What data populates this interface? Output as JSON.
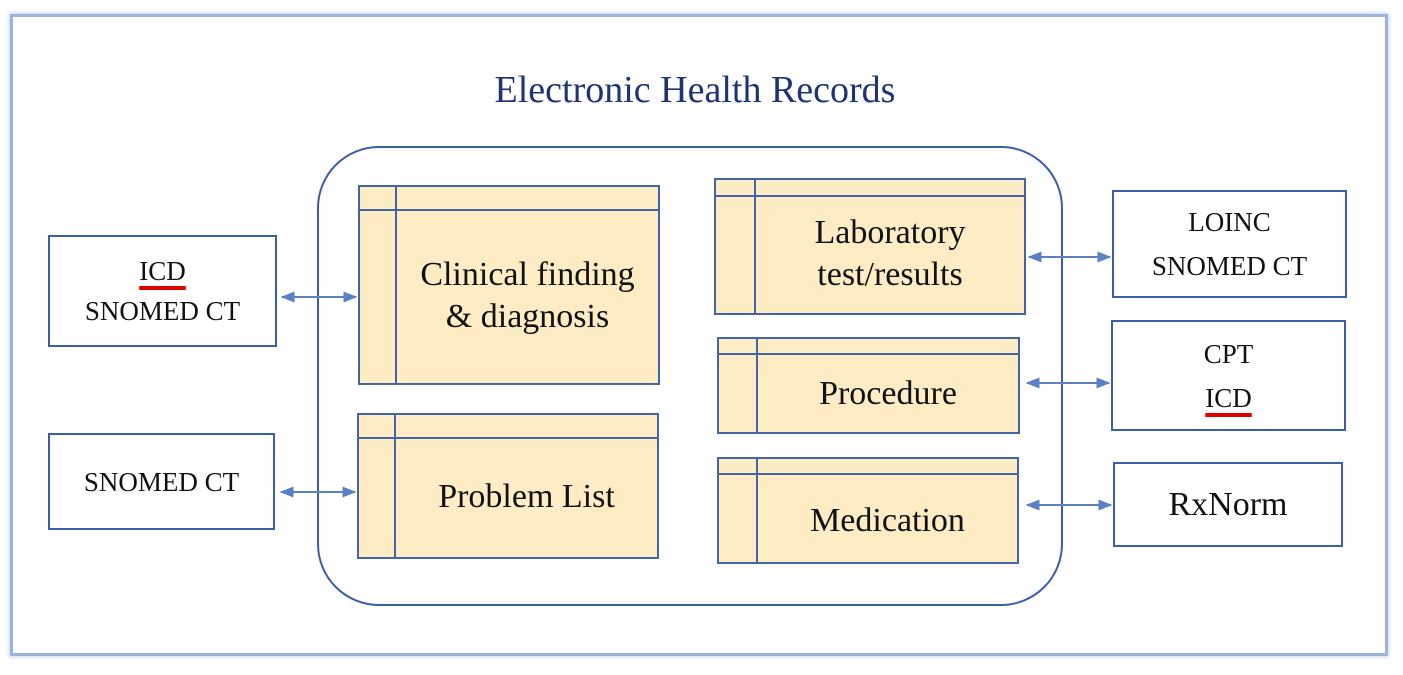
{
  "title": "Electronic Health Records",
  "ehr_sections": {
    "clinical": "Clinical finding & diagnosis",
    "problem_list": "Problem List",
    "laboratory": "Laboratory test/results",
    "procedure": "Procedure",
    "medication": "Medication"
  },
  "code_systems": {
    "clinical": [
      "ICD",
      "SNOMED CT"
    ],
    "problem_list": [
      "SNOMED CT"
    ],
    "laboratory": [
      "LOINC",
      "SNOMED CT"
    ],
    "procedure": [
      "CPT",
      "ICD"
    ],
    "medication": [
      "RxNorm"
    ]
  },
  "colors": {
    "title": "#1f3478",
    "box_border": "#3a5ea8",
    "table_fill": "#fdecc4",
    "arrow": "#5b80c6",
    "highlight_underline": "#e00000"
  }
}
